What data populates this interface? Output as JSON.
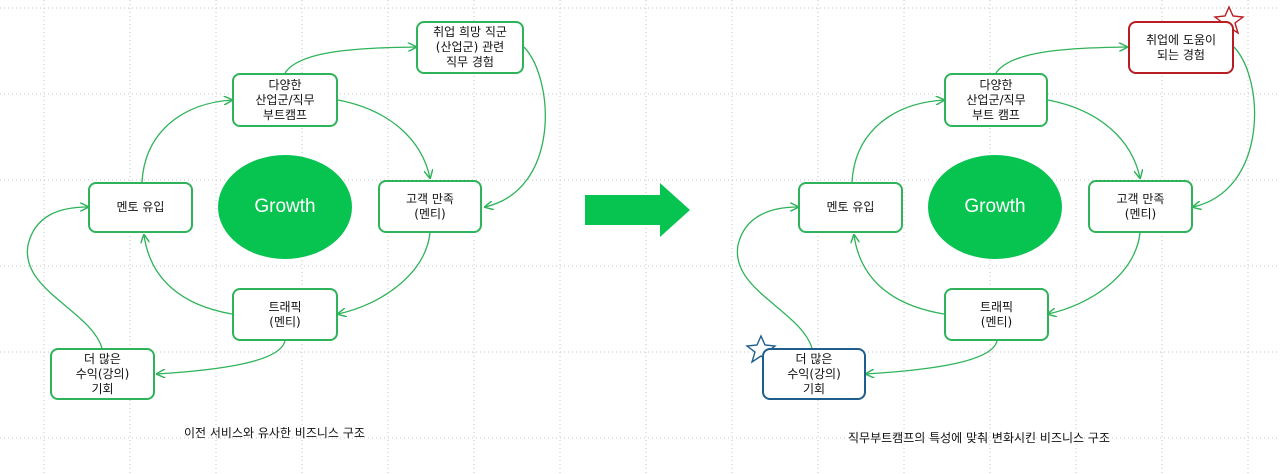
{
  "left": {
    "nodes": {
      "bootcamp": "다양한\n산업군/직무\n부트캠프",
      "target_job": "취업 희망 직군\n(산업군) 관련\n직무 경험",
      "satisfaction": "고객 만족\n(멘티)",
      "traffic": "트래픽\n(멘티)",
      "revenue": "더 많은\n수익(강의)\n기회",
      "mentor": "멘토 유입"
    },
    "center": "Growth",
    "caption": "이전 서비스와 유사한 비즈니스 구조"
  },
  "right": {
    "nodes": {
      "bootcamp": "다양한\n산업군/직무\n부트 캠프",
      "target_job": "취업에 도움이\n되는 경험",
      "satisfaction": "고객 만족\n(멘티)",
      "traffic": "트래픽\n(멘티)",
      "revenue": "더 많은\n수익(강의)\n기회",
      "mentor": "멘토 유입"
    },
    "center": "Growth",
    "caption": "직무부트캠프의 특성에 맞춰 변화시킨 비즈니스 구조"
  },
  "colors": {
    "box_border": "#2fb35a",
    "growth_fill": "#06c44f",
    "highlight_red": "#b81d24",
    "highlight_blue": "#1f5e8c",
    "transition_arrow": "#06c44f"
  },
  "icons": [
    "star-icon-red",
    "star-icon-blue",
    "right-arrow-icon"
  ]
}
